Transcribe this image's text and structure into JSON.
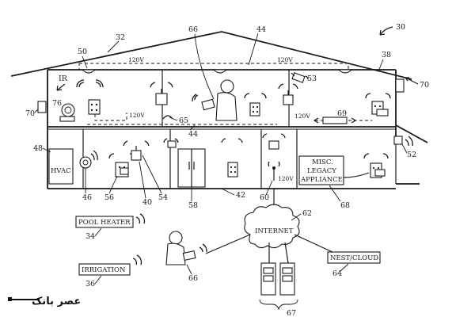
{
  "ref_numbers": {
    "n30": "30",
    "n32": "32",
    "n44_top": "44",
    "n66_top": "66",
    "n50": "50",
    "n38": "38",
    "n70_left": "70",
    "n70_right": "70",
    "n76": "76",
    "n53": "53",
    "n65": "65",
    "n69": "69",
    "n44_mid": "44",
    "n48": "48",
    "n52": "52",
    "n46": "46",
    "n56": "56",
    "n40": "40",
    "n54": "54",
    "n58": "58",
    "n42": "42",
    "n60": "60",
    "n68": "68",
    "n62": "62",
    "n34": "34",
    "n66_bottom": "66",
    "n64": "64",
    "n36": "36",
    "n67": "67"
  },
  "labels": {
    "ir": "IR",
    "v120_a": "120V",
    "v120_b": "120V",
    "v120_c": "120V",
    "v120_d": "120V",
    "v120_e": "120V",
    "hvac": "HVAC",
    "misc_line1": "MISC.",
    "misc_line2": "LEGACY",
    "misc_line3": "APPLIANCE",
    "internet": "INTERNET",
    "pool_heater": "POOL HEATER",
    "irrigation": "IRRIGATION",
    "nest_cloud": "NEST/CLOUD"
  },
  "watermark": {
    "text": "عصر بانک",
    "logo": true
  },
  "colors": {
    "ink": "#1a1a1a",
    "background": "#ffffff"
  }
}
